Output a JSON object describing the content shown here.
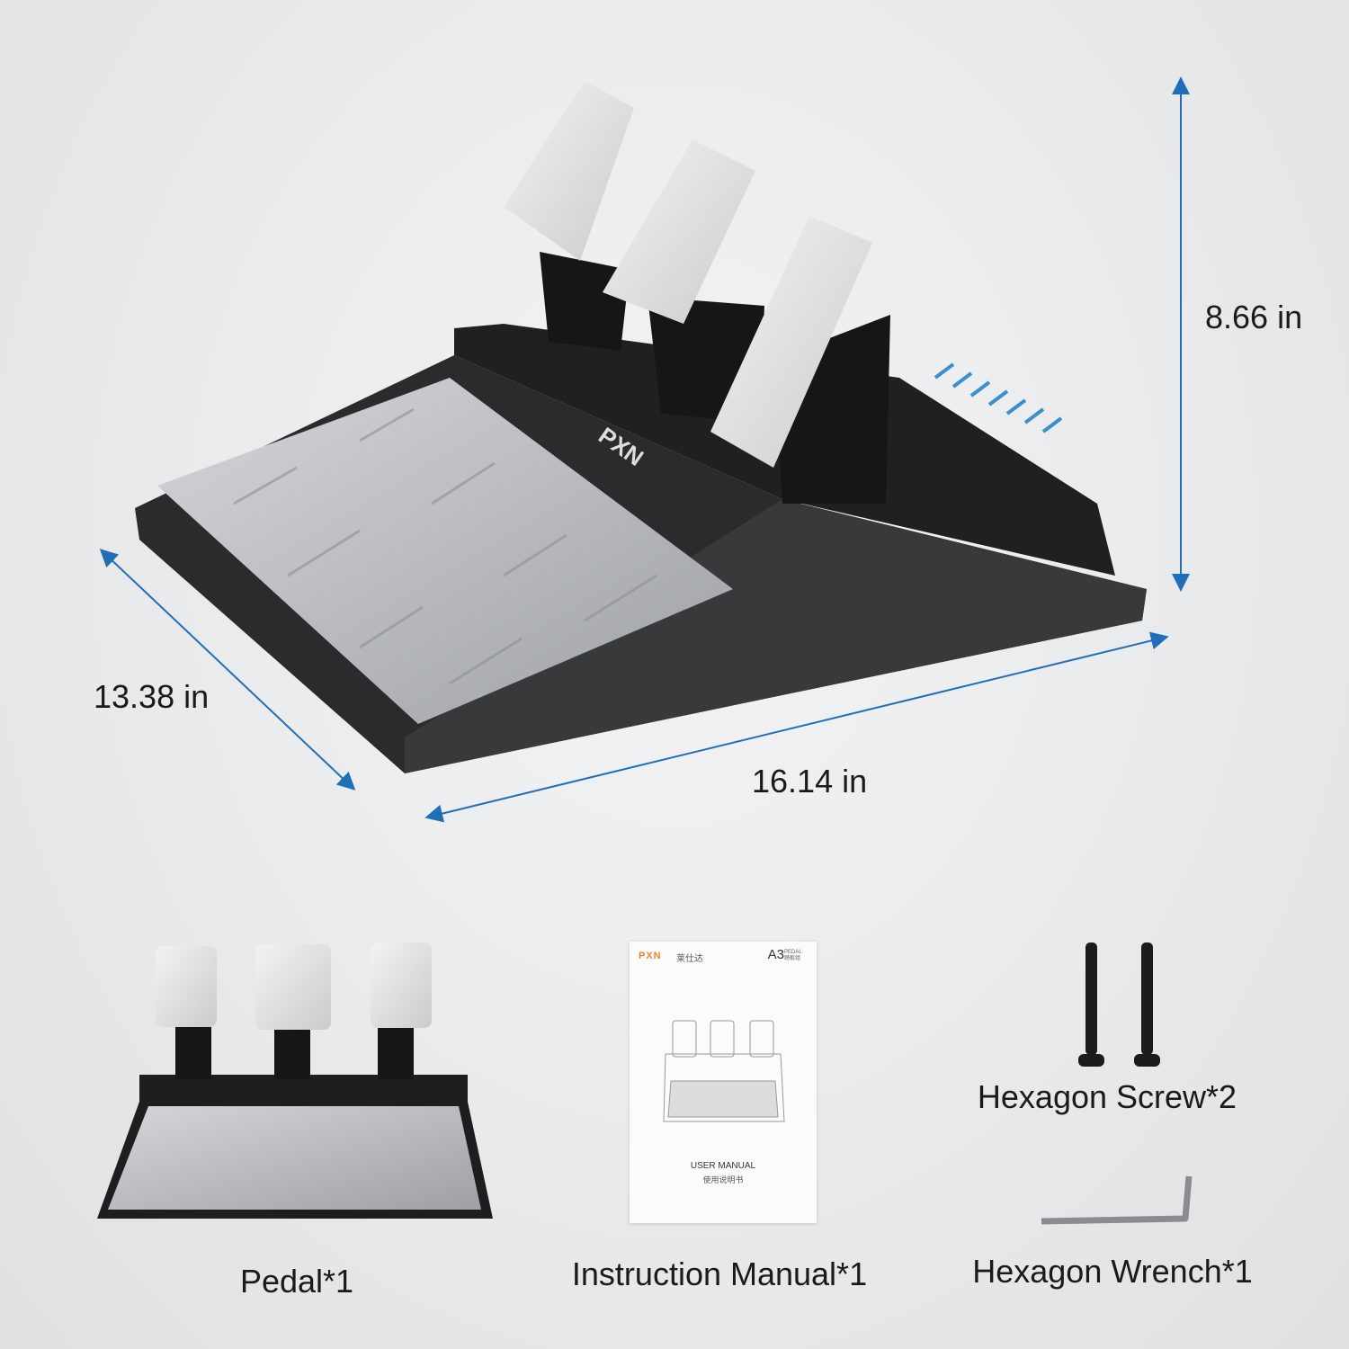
{
  "dimensions": {
    "height": "8.66 in",
    "depth": "13.38 in",
    "width": "16.14 in"
  },
  "product": {
    "brand": "PXN"
  },
  "package_contents": [
    {
      "label": "Pedal*1"
    },
    {
      "label": "Instruction Manual*1"
    },
    {
      "label": "Hexagon Screw*2"
    },
    {
      "label": "Hexagon Wrench*1"
    }
  ],
  "manual": {
    "brand": "PXN",
    "brand_cn": "莱仕达",
    "model": "A3",
    "model_sub": "PEDAL 踏板组",
    "title": "USER MANUAL",
    "title_cn": "使用说明书"
  },
  "colors": {
    "arrow": "#1f6fb8",
    "body": "#2a2b2d",
    "plate": "#b9bbbe",
    "spring": "#3a8fd0"
  }
}
